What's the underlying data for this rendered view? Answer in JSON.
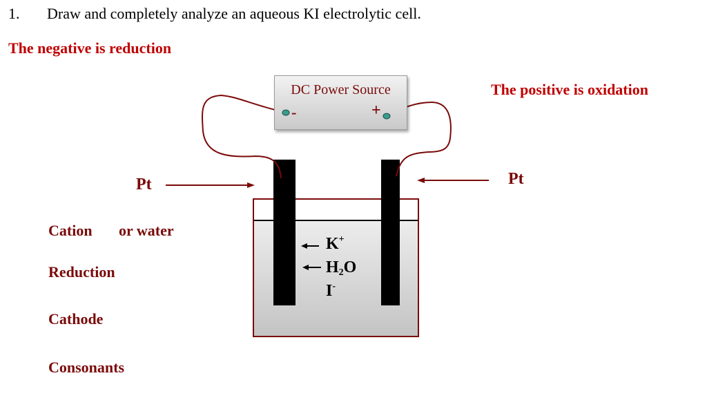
{
  "question": {
    "number": "1.",
    "text": "Draw and completely analyze an aqueous KI electrolytic cell."
  },
  "negative_label": "The negative is reduction",
  "positive_label": "The positive is oxidation",
  "power_source": {
    "title": "DC Power Source",
    "minus": "-",
    "plus": "+"
  },
  "electrodes": {
    "left": "Pt",
    "right": "Pt"
  },
  "ions": {
    "k_base": "K",
    "k_charge": "+",
    "h2o_h": "H",
    "h2o_sub": "2",
    "h2o_o": "O",
    "i_base": "I",
    "i_charge": "-"
  },
  "notes": {
    "cation": "Cation",
    "or_water": "or water",
    "reduction": "Reduction",
    "cathode": "Cathode",
    "consonants": "Consonants"
  },
  "colors": {
    "heading_red": "#c00000",
    "dark_red": "#7a0a0a",
    "wire": "#7a0a0a",
    "terminal": "#3a9c8c",
    "electrode": "#000000"
  }
}
